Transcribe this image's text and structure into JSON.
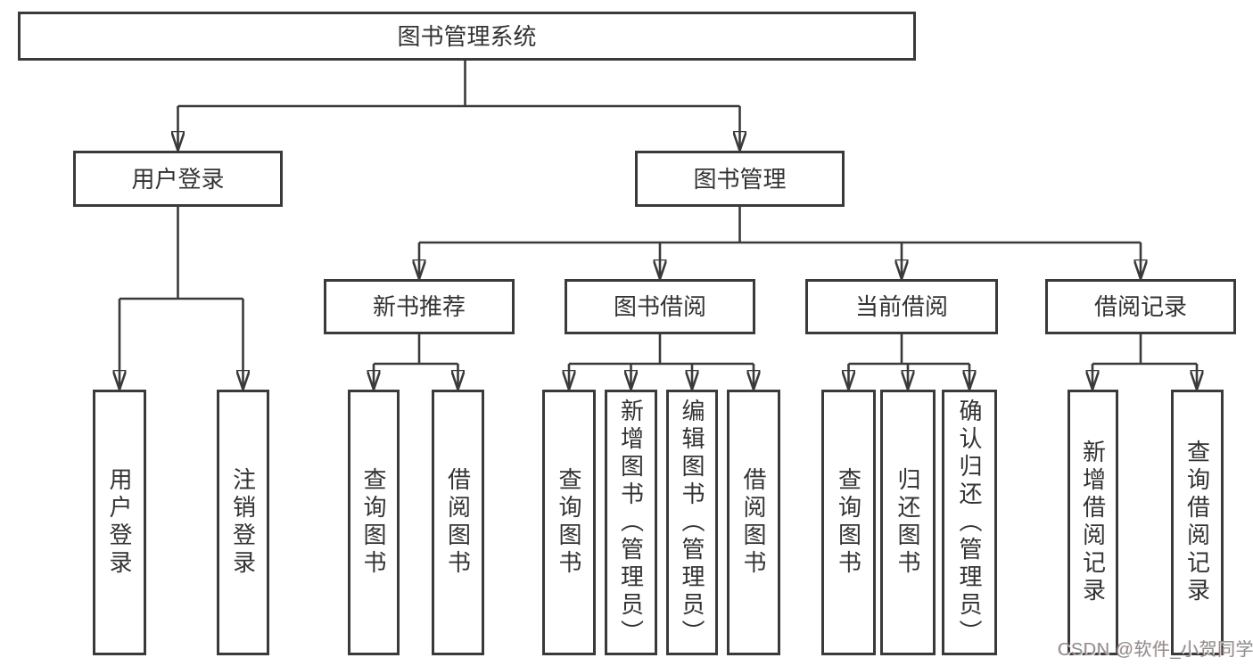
{
  "tree": {
    "root": "图书管理系统",
    "level2": [
      "用户登录",
      "图书管理"
    ],
    "level3": [
      "新书推荐",
      "图书借阅",
      "当前借阅",
      "借阅记录"
    ],
    "leaves": {
      "user_login": [
        "用户登录",
        "注销登录"
      ],
      "new_book_recommend": [
        "查询图书",
        "借阅图书"
      ],
      "book_borrowing": [
        "查询图书",
        "新增图书（管理员）",
        "编辑图书（管理员）",
        "借阅图书"
      ],
      "current_borrowing": [
        "查询图书",
        "归还图书",
        "确认归还（管理员）"
      ],
      "borrowing_records": [
        "新增借阅记录",
        "查询借阅记录"
      ]
    }
  },
  "watermark": "CSDN @软件_小贺同学",
  "colors": {
    "line": "#3a3a3a",
    "box_border": "#3a3a3a",
    "text": "#333333",
    "watermark": "#8e8e8e",
    "background": "#ffffff"
  }
}
